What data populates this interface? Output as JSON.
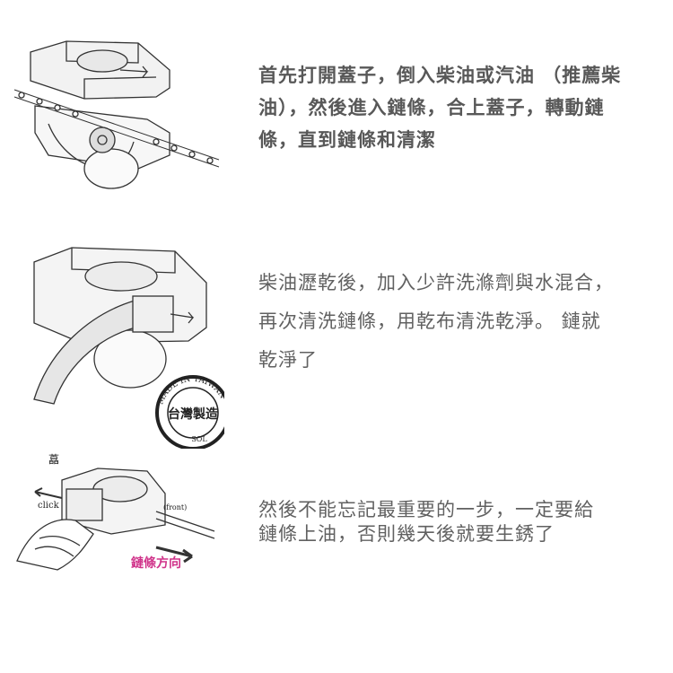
{
  "steps": [
    {
      "lines": [
        "首先打開蓋子，倒入柴油或汽油 （推薦柴",
        "油），然後進入鏈條，合上蓋子，轉動鏈",
        "條，直到鏈條和清潔"
      ]
    },
    {
      "lines": [
        "柴油瀝乾後，加入少許洗滌劑與水混合，",
        "再次清洗鏈條，用乾布清洗乾淨。 鏈就",
        "乾淨了"
      ],
      "seal": {
        "arc_text": "MADE IN TAIWAN",
        "center_text": "台灣製造",
        "bottom_text": "SOL"
      }
    },
    {
      "lines": [
        "然後不能忘記最重要的一步，一定要給",
        "鏈條上油，否則幾天後就要生銹了"
      ],
      "labels": {
        "top_char": "藠",
        "click": "click",
        "front": "(front)",
        "direction": "鏈條方向"
      }
    }
  ],
  "colors": {
    "text": "#5a5a5a",
    "direction_label": "#d0338a",
    "line_art": "#333333"
  }
}
